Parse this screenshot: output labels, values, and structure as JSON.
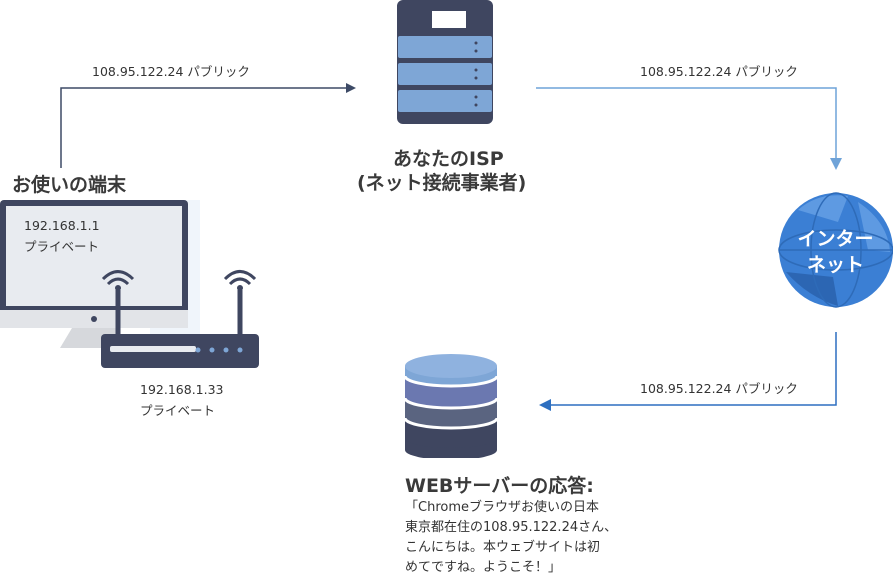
{
  "computer": {
    "title": "お使いの端末",
    "screen_ip": "192.168.1.1",
    "screen_type": "プライベート"
  },
  "router": {
    "ip": "192.168.1.33",
    "type": "プライベート"
  },
  "isp": {
    "title_line1": "あなたのISP",
    "title_line2": "(ネット接続事業者)"
  },
  "internet": {
    "line1": "インター",
    "line2": "ネット"
  },
  "server": {
    "title": "WEBサーバーの応答:",
    "response": "「Chromeブラウザお使いの日本\n東京都在住の108.95.122.24さん、\nこんにちは。本ウェブサイトは初\nめてですね。ようこそ！」"
  },
  "arrows": {
    "computer_to_isp": "108.95.122.24 パブリック",
    "isp_to_internet": "108.95.122.24 パブリック",
    "internet_to_server": "108.95.122.24 パブリック"
  },
  "colors": {
    "arrow_dark": "#3d4a66",
    "arrow_light": "#6fa3d8",
    "arrow_blue": "#2d6fc0",
    "server_blue": "#7ea6d6",
    "rack_dark": "#3f4660",
    "globe": "#3b7fd4"
  }
}
